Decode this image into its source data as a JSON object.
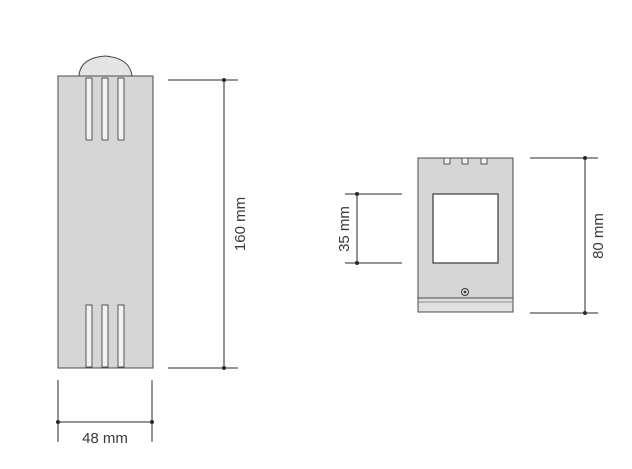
{
  "dimensions": {
    "large_unit_height": "160 mm",
    "large_unit_width": "48 mm",
    "small_unit_window_height": "35 mm",
    "small_unit_height": "80 mm"
  },
  "colors": {
    "body_fill": "#d6d6d6",
    "body_stroke": "#4a4a4a",
    "slot_fill": "#f2f2f2",
    "window_fill": "#ffffff",
    "dimension_line": "#2a2a2a",
    "label_text": "#3a3a3a"
  },
  "icons": {
    "screw": "screw-icon"
  }
}
